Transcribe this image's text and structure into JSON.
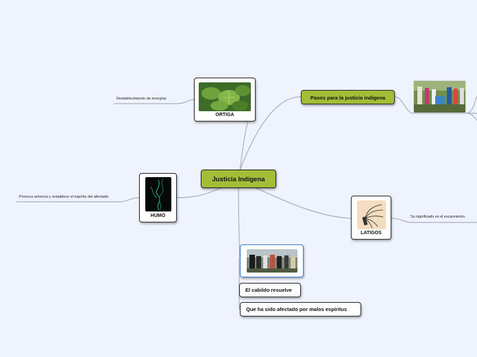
{
  "central": "Justicia Indígena",
  "nodes": {
    "pasos": "Pasos para la justicia indígena",
    "ortiga": "ORTIGA",
    "humo": "HUMO",
    "latigos": "LATIGOS",
    "cabildo": "El cabildo resuelve",
    "afectado": "Que ha sido afectado por malos espíritus"
  },
  "leaves": {
    "ortiga": "Restablecimiento de energías",
    "humo": "Provoca armonía y restablece el espíritu del afectado.",
    "latigos": "Su significado es el escarmiento."
  },
  "icons": {
    "ortiga": "nettle-plant-photo",
    "humo": "smoke-photo",
    "latigos": "whip-photo",
    "cabildo": "gathering-photo",
    "pasos": "community-photo"
  },
  "colors": {
    "background": "#eff3fd",
    "topic_green": "#a2bd36",
    "link": "#a9b0bb",
    "selected_border": "#3b7bd1"
  }
}
